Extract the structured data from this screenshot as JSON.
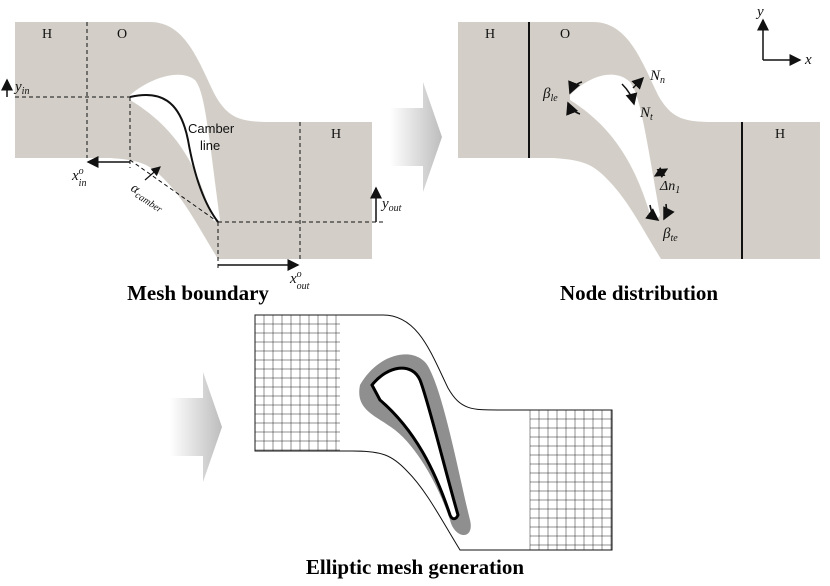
{
  "captions": {
    "mesh_boundary": "Mesh boundary",
    "node_distribution": "Node distribution",
    "elliptic": "Elliptic mesh generation"
  },
  "panel1": {
    "zone_h_left": "H",
    "zone_o": "O",
    "zone_h_right": "H",
    "y_in": "y",
    "y_in_sub": "in",
    "x_in": "x",
    "x_in_sup": "o",
    "x_in_sub": "in",
    "alpha": "α",
    "alpha_sub": "camber",
    "camber_line_1": "Camber",
    "camber_line_2": "line",
    "y_out": "y",
    "y_out_sub": "out",
    "x_out": "x",
    "x_out_sup": "o",
    "x_out_sub": "out"
  },
  "panel2": {
    "zone_h_left": "H",
    "zone_o": "O",
    "zone_h_right": "H",
    "beta_le": "β",
    "beta_le_sub": "le",
    "n_n": "N",
    "n_n_sub": "n",
    "n_t": "N",
    "n_t_sub": "t",
    "delta_n1": "Δn",
    "delta_n1_sub": "1",
    "beta_te": "β",
    "beta_te_sub": "te"
  },
  "axes": {
    "y": "y",
    "x": "x"
  },
  "colors": {
    "domain_fill": "#d3cfc8",
    "line": "#111111"
  }
}
